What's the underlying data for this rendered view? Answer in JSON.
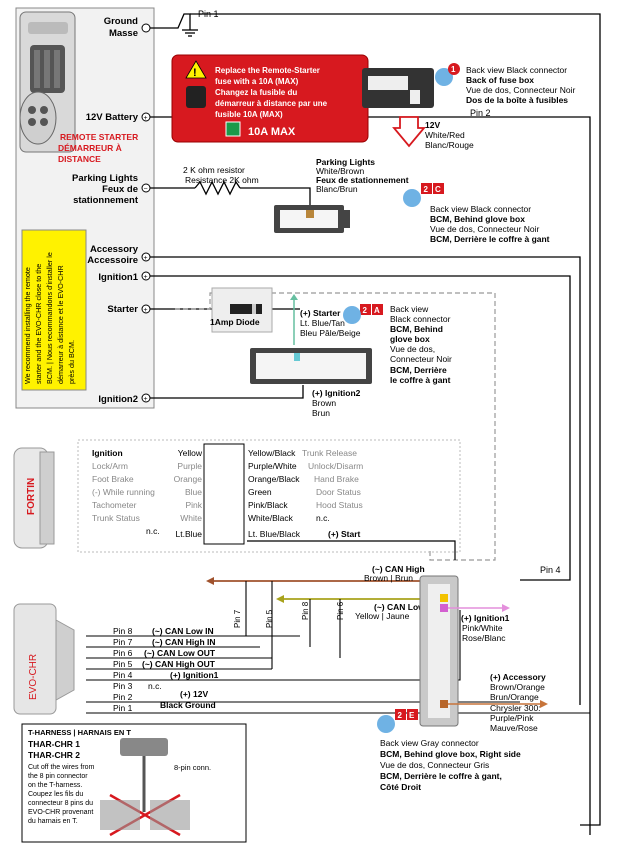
{
  "left_module": {
    "ground_label": "Ground",
    "ground_label_fr": "Masse",
    "battery_label": "12V Battery",
    "warn_en": "REMOTE STARTER",
    "warn_fr1": "DÉMARREUR À",
    "warn_fr2": "DISTANCE",
    "parking_label1": "Parking Lights",
    "parking_label2": "Feux de",
    "parking_label3": "stationnement",
    "accessory_label1": "Accessory",
    "accessory_label2": "Accessoire",
    "ignition1_label": "Ignition1",
    "starter_label": "Starter",
    "ignition2_label": "Ignition2",
    "note_lines": [
      "We recommend installing the remote",
      "starter and the EVO-CHR close to the",
      "BCM. | Nous recommandons d'installer le",
      "démarreur à distance et le EVO-CHR",
      "près du BCM."
    ]
  },
  "pins": {
    "pin1": "Pin 1",
    "pin2": "Pin 2",
    "pin4": "Pin 4"
  },
  "fuse_box": {
    "warning_lines": [
      "Replace the Remote-Starter",
      "fuse with a 10A (MAX)",
      "Changez la fusible du",
      "démarreur à distance par une",
      "fusible 10A (MAX)"
    ],
    "max_label": "10A MAX",
    "badge": "1",
    "desc": [
      "Back view Black connector",
      "Back of fuse box",
      "Vue de dos, Connecteur Noir",
      "Dos de la boîte à fusibles"
    ],
    "wire": [
      "12V",
      "White/Red",
      "Blanc/Rouge"
    ]
  },
  "resistor": {
    "label1": "2 K ohm resistor",
    "label2": "Resistance 2K ohm"
  },
  "parking_conn": {
    "title": [
      "Parking Lights",
      "White/Brown",
      "Feux de stationnement",
      "Blanc/Brun"
    ],
    "badge_num": "2",
    "badge_letter": "C",
    "desc": [
      "Back view Black connector",
      "BCM, Behind glove box",
      "Vue de dos, Connecteur Noir",
      "BCM, Derrière le coffre à gant"
    ]
  },
  "diode": {
    "label": "1Amp Diode"
  },
  "starter_conn": {
    "title": [
      "(+) Starter",
      "Lt. Blue/Tan",
      "Bleu Pâle/Beige"
    ],
    "badge_num": "2",
    "badge_letter": "A",
    "desc": [
      "Back view",
      "Black connector",
      "BCM, Behind",
      "glove box",
      "Vue de dos,",
      "Connecteur Noir",
      "BCM, Derrière",
      "le coffre à gant"
    ],
    "ign2": [
      "(+) Ignition2",
      "Brown",
      "Brun"
    ]
  },
  "fortin_box": {
    "brand": "FORTIN",
    "left": [
      {
        "label": "Ignition",
        "color": "Yellow"
      },
      {
        "label": "Lock/Arm",
        "color": "Purple"
      },
      {
        "label": "Foot Brake",
        "color": "Orange"
      },
      {
        "label": "(-) While running",
        "color": "Blue"
      },
      {
        "label": "Tachometer",
        "color": "Pink"
      },
      {
        "label": "Trunk Status",
        "color": "White"
      },
      {
        "label": "n.c.",
        "color": "Lt.Blue"
      }
    ],
    "right": [
      {
        "color": "Yellow/Black",
        "label": "Trunk Release"
      },
      {
        "color": "Purple/White",
        "label": "Unlock/Disarm"
      },
      {
        "color": "Orange/Black",
        "label": "Hand Brake"
      },
      {
        "color": "Green",
        "label": "Door Status"
      },
      {
        "color": "Pink/Black",
        "label": "Hood Status"
      },
      {
        "color": "White/Black",
        "label": "n.c."
      },
      {
        "color": "Lt. Blue/Black",
        "label": "(+) Start"
      }
    ]
  },
  "evo": {
    "brand": "EVO-CHR",
    "pins": [
      {
        "pin": "Pin 8",
        "label": "(~) CAN Low IN"
      },
      {
        "pin": "Pin 7",
        "label": "(~) CAN High IN"
      },
      {
        "pin": "Pin 6",
        "label": "(~) CAN Low OUT"
      },
      {
        "pin": "Pin 5",
        "label": "(~) CAN High OUT"
      },
      {
        "pin": "Pin 4",
        "label": "(+) Ignition1"
      },
      {
        "pin": "Pin 3",
        "label": "n.c."
      },
      {
        "pin": "Pin 2",
        "label": "(+) 12V"
      },
      {
        "pin": "Pin 1",
        "label": "Black Ground"
      }
    ],
    "pin_tags": [
      "Pin 7",
      "Pin 5",
      "Pin 8",
      "Pin 6"
    ]
  },
  "can": {
    "high": [
      "(~) CAN High",
      "Brown | Brun"
    ],
    "low": [
      "(~) CAN Low",
      "Yellow | Jaune"
    ]
  },
  "gray_conn": {
    "ign1": [
      "(+) Ignition1",
      "Pink/White",
      "Rose/Blanc"
    ],
    "acc": [
      "(+) Accessory",
      "Brown/Orange",
      "Brun/Orange",
      "Chrysler 300:",
      "Purple/Pink",
      "Mauve/Rose"
    ],
    "badge_num": "2",
    "badge_letter": "E",
    "desc": [
      "Back view Gray connector",
      "BCM, Behind glove box, Right side",
      "Vue de dos, Connecteur Gris",
      "BCM, Derrière le coffre à gant,",
      "Côté Droit"
    ]
  },
  "tharness": {
    "header": "T-HARNESS | HARNAIS EN T",
    "model1": "THAR-CHR 1",
    "model2": "THAR-CHR 2",
    "desc": [
      "Cut off the wires from",
      "the 8 pin connector",
      "on the T-harness.",
      "Coupez les fils du",
      "connecteur 8 pins du",
      "EVO-CHR provenant",
      "du harnais en T."
    ],
    "conn_label": "8-pin conn."
  },
  "colors": {
    "red": "#d7191f",
    "blue": "#1b4f9c",
    "ground": "#000000"
  }
}
